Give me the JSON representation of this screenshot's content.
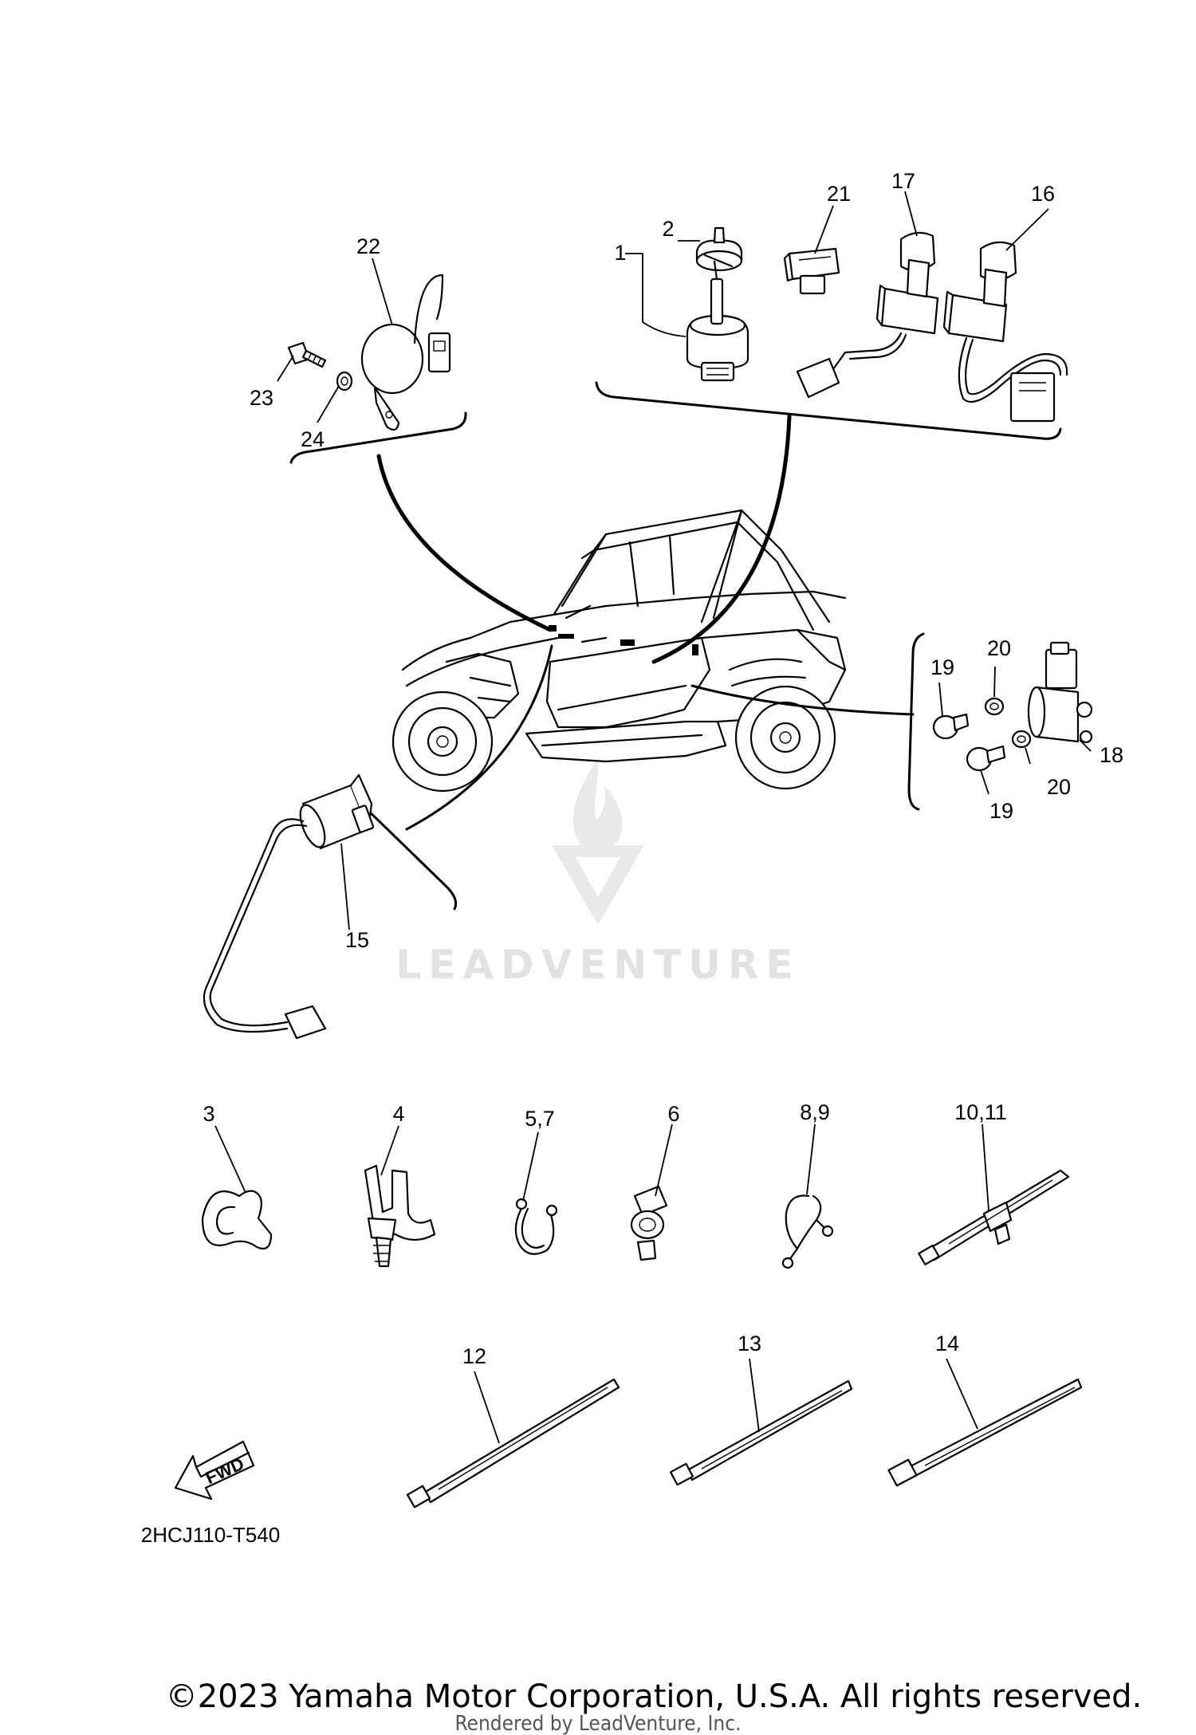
{
  "diagram": {
    "callouts": {
      "c1": "1",
      "c2": "2",
      "c3": "3",
      "c4": "4",
      "c5_7": "5,7",
      "c6": "6",
      "c8_9": "8,9",
      "c10_11": "10,11",
      "c12": "12",
      "c13": "13",
      "c14": "14",
      "c15": "15",
      "c16": "16",
      "c17": "17",
      "c18": "18",
      "c19a": "19",
      "c19b": "19",
      "c20a": "20",
      "c20b": "20",
      "c21": "21",
      "c22": "22",
      "c23": "23",
      "c24": "24"
    },
    "fwd_label": "FWD",
    "diagram_code": "2HCJ110-T540",
    "watermark": "LEADVENTURE",
    "copyright": "©2023 Yamaha Motor Corporation, U.S.A. All rights reserved.",
    "rendered_by": "Rendered by LeadVenture, Inc."
  }
}
